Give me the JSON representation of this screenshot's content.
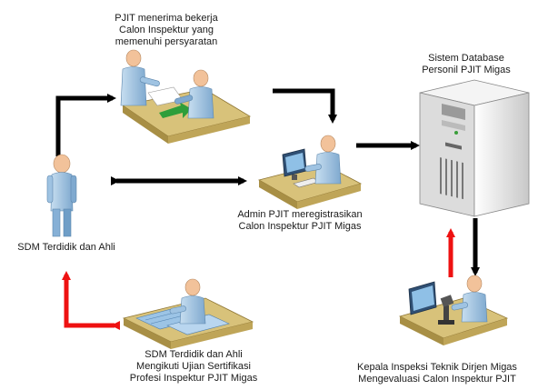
{
  "labels": {
    "pjit_accept": [
      "PJIT menerima bekerja",
      "Calon Inspektur yang",
      "memenuhi persyaratan"
    ],
    "database": [
      "Sistem Database",
      "Personil PJIT Migas"
    ],
    "sdm": [
      "SDM Terdidik dan Ahli"
    ],
    "admin": [
      "Admin PJIT meregistrasikan",
      "Calon  Inspektur PJIT Migas"
    ],
    "exam": [
      "SDM Terdidik dan Ahli",
      "Mengikuti Ujian Sertifikasi",
      "Profesi Inspektur PJIT Migas"
    ],
    "kepala": [
      "Kepala Inspeksi Teknik Dirjen Migas",
      "Mengevaluasi Calon Inspektur PJIT"
    ]
  },
  "colors": {
    "arrow_black": "#000000",
    "arrow_red": "#ee1111",
    "person_body": "#a9cbe6",
    "person_shade": "#6f9ec7",
    "skin": "#f2c29a",
    "desk_top": "#d8c27a",
    "desk_side": "#a88f45",
    "server_light": "#f2f2f2",
    "server_dark": "#8a8a8a"
  },
  "icons": [
    "person-icon",
    "desk-meeting-icon",
    "computer-desk-icon",
    "server-icon",
    "exam-desk-icon",
    "evaluator-desk-icon"
  ]
}
